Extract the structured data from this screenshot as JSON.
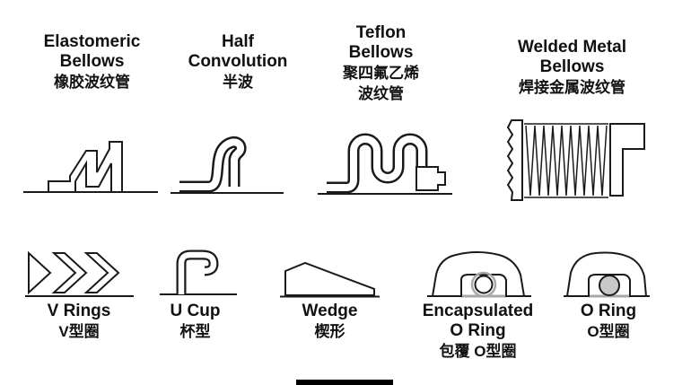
{
  "top_row": {
    "elastomeric": {
      "en1": "Elastomeric",
      "en2": "Bellows",
      "zh1": "橡胶波纹管"
    },
    "half_convolution": {
      "en1": "Half",
      "en2": "Convolution",
      "zh1": "半波"
    },
    "teflon": {
      "en1": "Teflon",
      "en2": "Bellows",
      "zh1": "聚四氟乙烯",
      "zh2": "波纹管"
    },
    "welded": {
      "en1": "Welded Metal",
      "en2": "Bellows",
      "zh1": "焊接金属波纹管"
    }
  },
  "bottom_row": {
    "v_rings": {
      "en1": "V Rings",
      "zh1": "V型圈"
    },
    "u_cup": {
      "en1": "U Cup",
      "zh1": "杯型"
    },
    "wedge": {
      "en1": "Wedge",
      "zh1": "楔形"
    },
    "encapsulated_o_ring": {
      "en1": "Encapsulated",
      "en2": "O Ring",
      "zh1": "包覆 O型圈"
    },
    "o_ring": {
      "en1": "O Ring",
      "zh1": "O型圈"
    }
  },
  "drawings": {
    "top": [
      "elastomeric-bellows-cross-section",
      "half-convolution-cross-section",
      "teflon-bellows-cross-section",
      "welded-metal-bellows-cross-section"
    ],
    "bottom": [
      "v-rings-cross-section",
      "u-cup-cross-section",
      "wedge-cross-section",
      "encapsulated-o-ring-cross-section",
      "o-ring-cross-section"
    ]
  },
  "colors": {
    "stroke": "#1a1a1a",
    "encapsulation_gray": "#a8a8a8",
    "background": "#ffffff"
  }
}
